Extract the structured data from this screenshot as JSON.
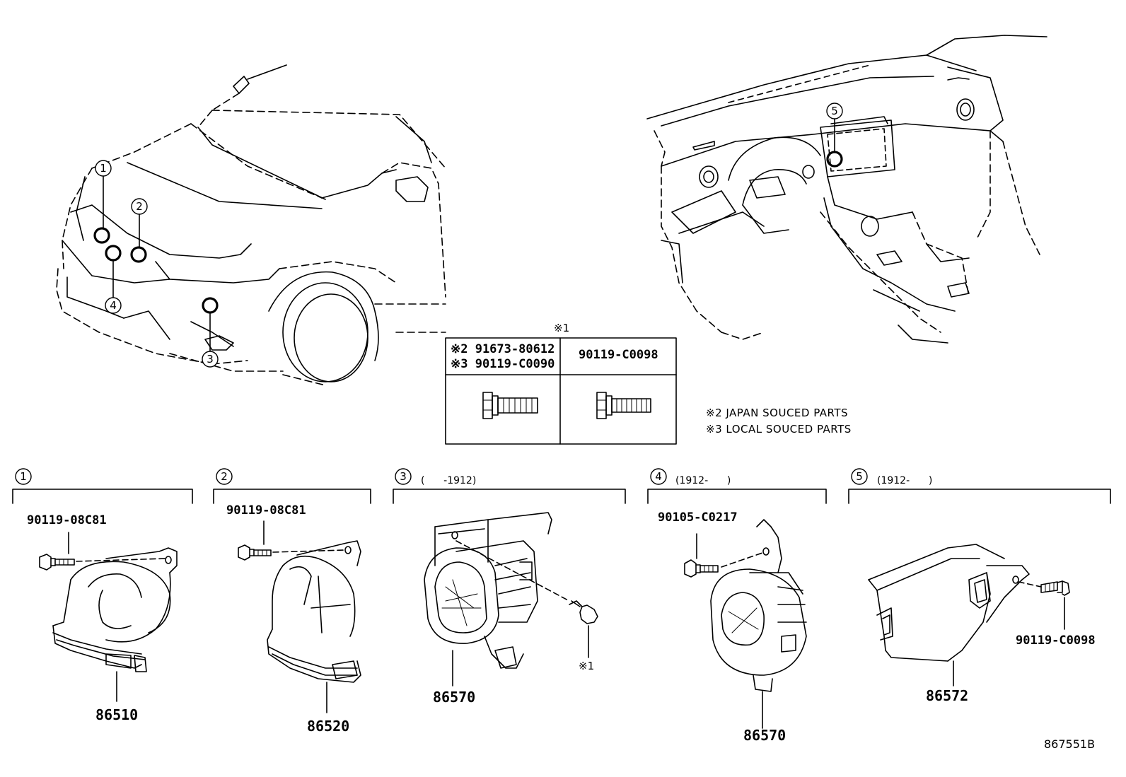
{
  "callouts": {
    "c1": "1",
    "c2": "2",
    "c3": "3",
    "c4": "4",
    "c5": "5"
  },
  "bolt_table": {
    "header_mark": "※1",
    "left_line1": "※2 91673-80612",
    "left_line2": "※3 90119-C0090",
    "right_head": "90119-C0098"
  },
  "notes": {
    "japan": "※2 JAPAN SOUCED PARTS",
    "local": "※3 LOCAL SOUCED PARTS"
  },
  "sections": [
    {
      "num": "1",
      "range": "",
      "bolt": "90119-08C81",
      "part": "86510"
    },
    {
      "num": "2",
      "range": "",
      "bolt": "90119-08C81",
      "part": "86520"
    },
    {
      "num": "3",
      "range": "(      -1912)",
      "bolt": "※1",
      "part": "86570"
    },
    {
      "num": "4",
      "range": "(1912-      )",
      "bolt": "90105-C0217",
      "part": "86570"
    },
    {
      "num": "5",
      "range": "(1912-      )",
      "bolt": "90119-C0098",
      "part": "86572"
    }
  ],
  "figure_id": "867551B"
}
